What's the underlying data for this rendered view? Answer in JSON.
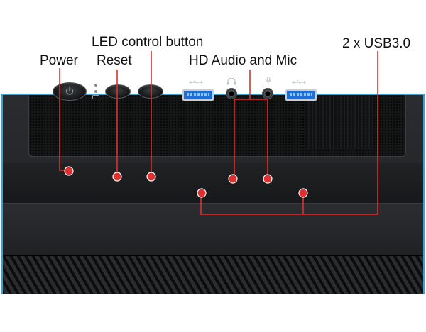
{
  "labels": {
    "power": "Power",
    "led_control": "LED control button",
    "reset": "Reset",
    "hd_audio_mic": "HD Audio and Mic",
    "usb": "2 x USB3.0"
  },
  "colors": {
    "callout": "#e03030",
    "case_border": "#33a3d9",
    "usb_port": "#1d6fd8"
  },
  "icons": [
    "power-icon",
    "usb-icon",
    "headphone-icon",
    "mic-icon",
    "hdd-icon"
  ]
}
